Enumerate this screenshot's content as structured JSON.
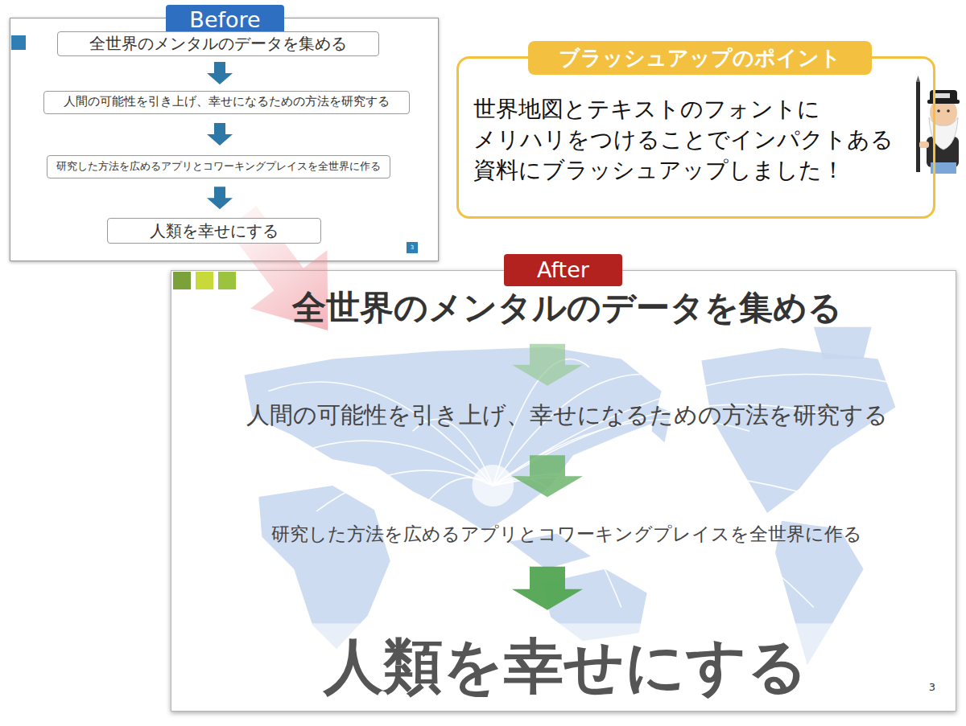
{
  "diagram": {
    "nodes": [
      {
        "text": [
          "Before"
        ]
      },
      {
        "text": [
          "全世界のメンタルのデータを集める"
        ],
        "in": 0
      },
      {
        "text": [
          "人間の可能性を引き上げ、幸せになるための方法を研究する"
        ],
        "in": 0
      },
      {
        "text": [
          "研究した方法を広めるアプリとコワーキングプレイスを全世界に作る"
        ],
        "in": 0
      },
      {
        "text": [
          "人類を幸せにする"
        ],
        "in": 0
      },
      {
        "text": [
          "ブラッシュアップのポイント",
          "世界地図とテキストのフォントに メリハリをつけることでインパクトある 資料にブラッシュアップしました！"
        ]
      },
      {
        "text": [
          "After"
        ]
      },
      {
        "text": [
          "全世界のメンタルのデータを集める"
        ],
        "in": 6
      },
      {
        "text": [
          "人間の可能性を引き上げ、幸せになるための方法を研究する"
        ],
        "in": 6
      },
      {
        "text": [
          "研究した方法を広めるアプリとコワーキングプレイスを全世界に作る"
        ],
        "in": 6
      },
      {
        "text": [
          "人類を幸せにする"
        ],
        "in": 6
      }
    ],
    "edges": [
      {
        "from": 1,
        "to": 2,
        "arrow": "to"
      },
      {
        "from": 2,
        "to": 3,
        "arrow": "to"
      },
      {
        "from": 3,
        "to": 4,
        "arrow": "to"
      },
      {
        "from": 0,
        "to": 6,
        "arrow": "to"
      },
      {
        "from": 7,
        "to": 8,
        "arrow": "to"
      },
      {
        "from": 8,
        "to": 9,
        "arrow": "to"
      },
      {
        "from": 9,
        "to": 10,
        "arrow": "to"
      }
    ],
    "labels": [
      "3",
      "3"
    ]
  }
}
